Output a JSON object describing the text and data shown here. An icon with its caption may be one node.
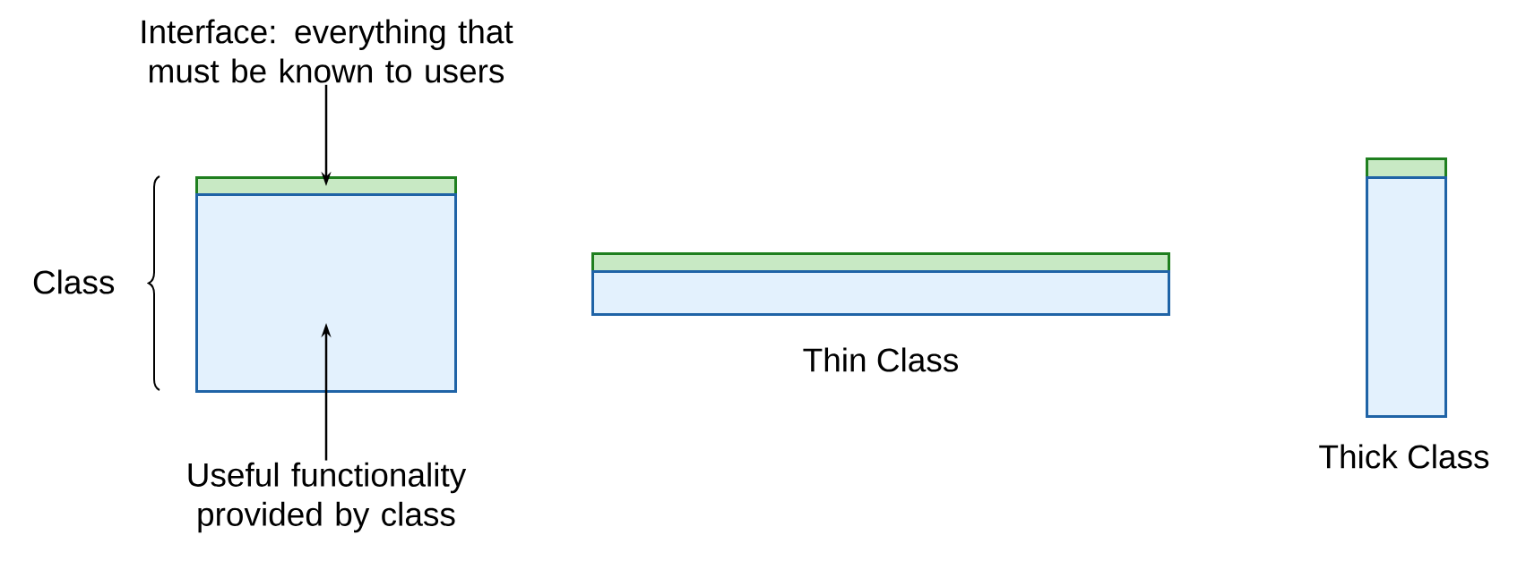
{
  "diagram": {
    "nodes": [
      {
        "text": [
          "Interface: everything that must be known to users"
        ]
      },
      {
        "text": [],
        "shape": "box"
      },
      {
        "text": [],
        "shape": "box"
      },
      {
        "text": [
          "Useful functionality provided by class"
        ]
      },
      {
        "text": [],
        "shape": "box"
      },
      {
        "text": [],
        "shape": "box",
        "beside": [
          "Thin Class"
        ]
      },
      {
        "text": [],
        "shape": "box"
      },
      {
        "text": [],
        "shape": "box",
        "beside": [
          "Thick Class"
        ]
      }
    ],
    "edges": [
      {
        "from": 0,
        "to": 1,
        "arrow": "to"
      },
      {
        "from": 3,
        "to": 2,
        "arrow": "to"
      }
    ],
    "labels": [
      "Class"
    ]
  }
}
